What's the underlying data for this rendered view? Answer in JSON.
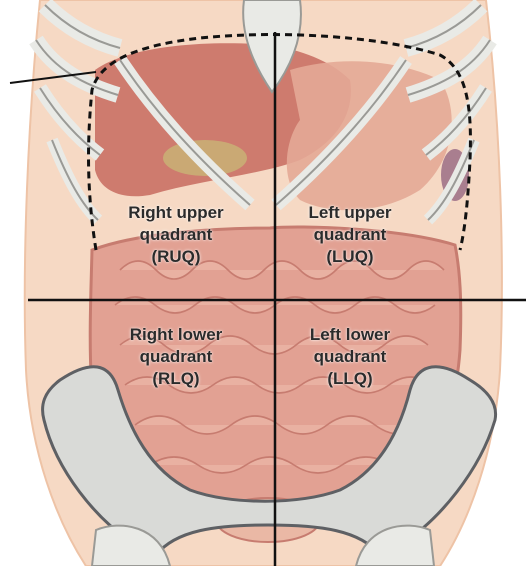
{
  "image": {
    "subject": "abdominal-quadrants-anatomy-illustration"
  },
  "quadrants": {
    "ruq": {
      "line1": "Right upper",
      "line2": "quadrant",
      "abbr": "(RUQ)"
    },
    "luq": {
      "line1": "Left upper",
      "line2": "quadrant",
      "abbr": "(LUQ)"
    },
    "rlq": {
      "line1": "Right lower",
      "line2": "quadrant",
      "abbr": "(RLQ)"
    },
    "llq": {
      "line1": "Left lower",
      "line2": "quadrant",
      "abbr": "(LLQ)"
    }
  },
  "colors": {
    "skin": "#f6d9c4",
    "skin_shadow": "#eec3a6",
    "bone": "#e9eae6",
    "bone_outline": "#9a9a96",
    "liver": "#c76a5f",
    "stomach": "#e4a896",
    "intestine": "#e2a193",
    "intestine_outline": "#c77c70",
    "pelvis": "#d9dad7",
    "pelvis_outline": "#5e6064",
    "gallbladder": "#c9b276",
    "spleen": "#9b6d86",
    "line": "#111111"
  }
}
